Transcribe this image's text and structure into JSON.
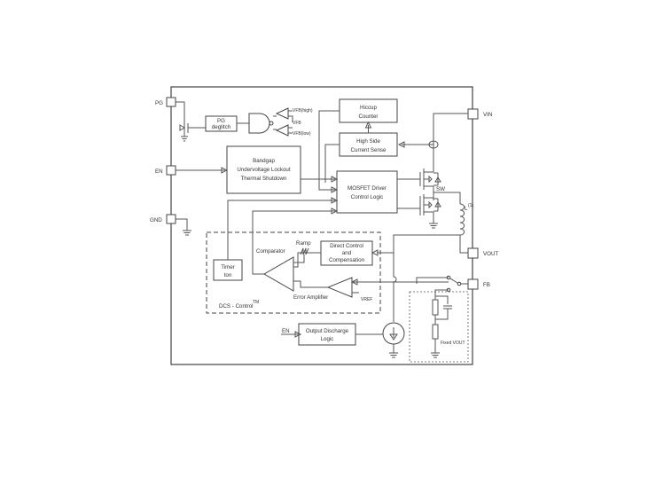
{
  "pins": {
    "pg": "PG",
    "en": "EN",
    "gnd": "GND",
    "vin": "VIN",
    "vout": "VOUT",
    "fb": "FB"
  },
  "blocks": {
    "pg_deglitch": [
      "PG",
      "deglitch"
    ],
    "hiccup_counter": [
      "Hiccup",
      "Counter"
    ],
    "high_side_current_sense": [
      "High Side",
      "Current Sense"
    ],
    "bandgap": [
      "Bandgap",
      "Undervoltage Lockout",
      "Thermal Shutdown"
    ],
    "mosfet_driver": [
      "MOSFET Driver",
      "Control Logic"
    ],
    "timer": [
      "Timer",
      "ton"
    ],
    "direct_control": [
      "Direct Control",
      "and",
      "Compensation"
    ],
    "output_discharge": [
      "Output Discharge",
      "Logic"
    ]
  },
  "labels": {
    "vth_high": "VFB(high)",
    "vth": "VFB",
    "vth_low": "VFB(low)",
    "sw": "SW",
    "inductor": "L",
    "inductor_sup": "(1)",
    "ramp": "Ramp",
    "comparator": "Comparator",
    "error_amplifier": "Error Amplifier",
    "vref": "VREF",
    "dcs_control": "DCS - Control",
    "dcs_sup": "TM",
    "en_internal": "EN",
    "fixed_vout": "Fixed VOUT"
  }
}
